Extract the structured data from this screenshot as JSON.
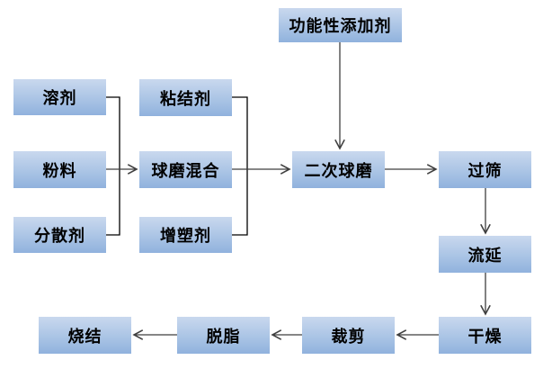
{
  "diagram": {
    "type": "flowchart",
    "background_color": "#ffffff",
    "box_fill_top": "#c9d8ee",
    "box_fill_bottom": "#90b2dd",
    "box_text_color": "#000000",
    "connector_color": "#3f3f3f",
    "nodes": {
      "functional_additive": {
        "label": "功能性添加剂"
      },
      "solvent": {
        "label": "溶剂"
      },
      "binder": {
        "label": "粘结剂"
      },
      "powder": {
        "label": "粉料"
      },
      "ball_mill_mixing": {
        "label": "球磨混合"
      },
      "secondary_ball_mill": {
        "label": "二次球磨"
      },
      "sieving": {
        "label": "过筛"
      },
      "dispersant": {
        "label": "分散剂"
      },
      "plasticizer": {
        "label": "增塑剂"
      },
      "tape_casting": {
        "label": "流延"
      },
      "drying": {
        "label": "干燥"
      },
      "cutting": {
        "label": "裁剪"
      },
      "debinding": {
        "label": "脱脂"
      },
      "sintering": {
        "label": "烧结"
      }
    },
    "edges": [
      {
        "from": "solvent",
        "to": "ball_mill_mixing",
        "via": "left-junction"
      },
      {
        "from": "powder",
        "to": "ball_mill_mixing"
      },
      {
        "from": "dispersant",
        "to": "ball_mill_mixing",
        "via": "left-junction"
      },
      {
        "from": "binder",
        "to": "secondary_ball_mill",
        "via": "mid-junction"
      },
      {
        "from": "ball_mill_mixing",
        "to": "secondary_ball_mill"
      },
      {
        "from": "plasticizer",
        "to": "secondary_ball_mill",
        "via": "mid-junction"
      },
      {
        "from": "functional_additive",
        "to": "secondary_ball_mill"
      },
      {
        "from": "secondary_ball_mill",
        "to": "sieving"
      },
      {
        "from": "sieving",
        "to": "tape_casting"
      },
      {
        "from": "tape_casting",
        "to": "drying"
      },
      {
        "from": "drying",
        "to": "cutting"
      },
      {
        "from": "cutting",
        "to": "debinding"
      },
      {
        "from": "debinding",
        "to": "sintering"
      }
    ]
  }
}
